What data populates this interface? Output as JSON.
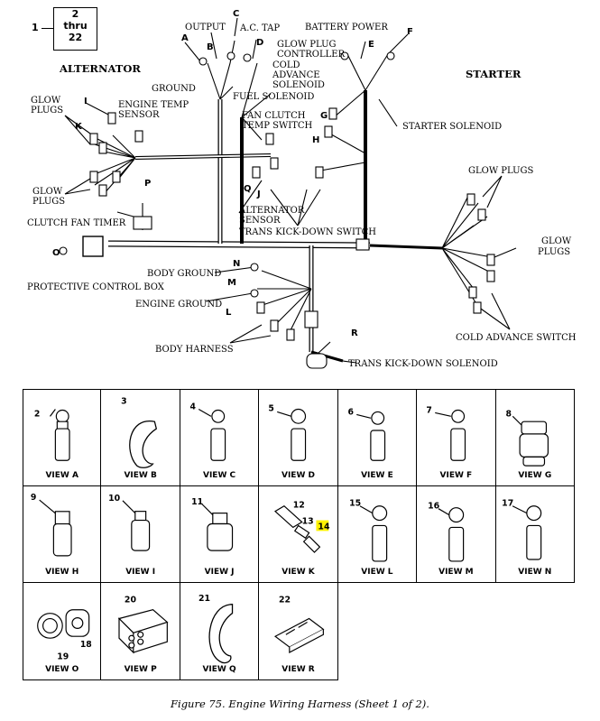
{
  "ref_lead": "1",
  "ref_box": [
    "2",
    "thru",
    "22"
  ],
  "sections": {
    "alternator": "ALTERNATOR",
    "starter": "STARTER"
  },
  "labels": {
    "output": "OUTPUT",
    "ac_tap": "A.C. TAP",
    "battery_power": "BATTERY POWER",
    "glow_plug_controller_1": "GLOW PLUG",
    "glow_plug_controller_2": "CONTROLLER",
    "cold_advance_solenoid_1": "COLD",
    "cold_advance_solenoid_2": "ADVANCE",
    "cold_advance_solenoid_3": "SOLENOID",
    "fuel_solenoid": "FUEL SOLENOID",
    "ground": "GROUND",
    "engine_temp_sensor_1": "ENGINE TEMP",
    "engine_temp_sensor_2": "SENSOR",
    "glow_plugs_left_top_1": "GLOW",
    "glow_plugs_left_top_2": "PLUGS",
    "fan_clutch_temp_switch_1": "FAN CLUTCH",
    "fan_clutch_temp_switch_2": "TEMP SWITCH",
    "starter_solenoid": "STARTER SOLENOID",
    "glow_plugs_left_bottom_1": "GLOW",
    "glow_plugs_left_bottom_2": "PLUGS",
    "glow_plugs_right_top": "GLOW PLUGS",
    "glow_plugs_right_mid_1": "GLOW",
    "glow_plugs_right_mid_2": "PLUGS",
    "alternator_sensor_1": "ALTERNATOR",
    "alternator_sensor_2": "SENSOR",
    "clutch_fan_timer": "CLUTCH FAN TIMER",
    "trans_kick_down_switch": "TRANS KICK-DOWN SWITCH",
    "body_ground": "BODY GROUND",
    "protective_control_box": "PROTECTIVE CONTROL BOX",
    "engine_ground": "ENGINE GROUND",
    "cold_advance_switch": "COLD ADVANCE SWITCH",
    "body_harness": "BODY HARNESS",
    "trans_kick_down_solenoid": "TRANS KICK-DOWN  SOLENOID"
  },
  "letters": [
    "A",
    "B",
    "C",
    "D",
    "E",
    "F",
    "G",
    "H",
    "I",
    "J",
    "K",
    "L",
    "M",
    "N",
    "O",
    "P",
    "Q",
    "R"
  ],
  "views": [
    {
      "item": "2",
      "label": "VIEW A"
    },
    {
      "item": "3",
      "label": "VIEW B"
    },
    {
      "item": "4",
      "label": "VIEW C"
    },
    {
      "item": "5",
      "label": "VIEW D"
    },
    {
      "item": "6",
      "label": "VIEW E"
    },
    {
      "item": "7",
      "label": "VIEW F"
    },
    {
      "item": "8",
      "label": "VIEW G"
    },
    {
      "item": "9",
      "label": "VIEW H"
    },
    {
      "item": "10",
      "label": "VIEW I"
    },
    {
      "item": "11",
      "label": "VIEW J"
    },
    {
      "item": "12",
      "item2": "13",
      "item3": "14",
      "label": "VIEW K"
    },
    {
      "item": "15",
      "label": "VIEW L"
    },
    {
      "item": "16",
      "label": "VIEW M"
    },
    {
      "item": "17",
      "label": "VIEW N"
    },
    {
      "item": "18",
      "item2": "19",
      "label": "VIEW O"
    },
    {
      "item": "20",
      "label": "VIEW P"
    },
    {
      "item": "21",
      "label": "VIEW Q"
    },
    {
      "item": "22",
      "label": "VIEW R"
    }
  ],
  "highlight_color": "#fff200",
  "caption": "Figure 75.  Engine Wiring Harness (Sheet 1 of 2)."
}
